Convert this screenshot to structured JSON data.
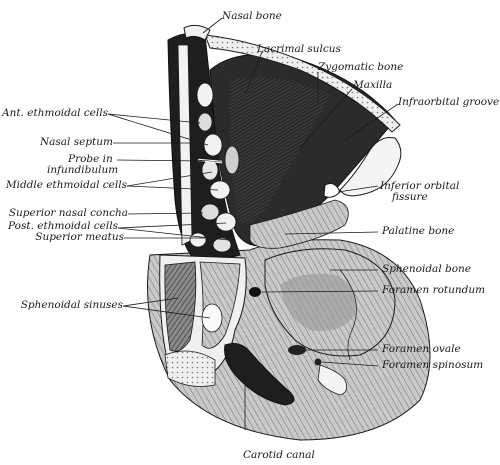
{
  "labels": {
    "nasal_bone": "Nasal bone",
    "lacrimal_sulcus": "Lacrimal sulcus",
    "zygomatic_bone": "Zygomatic bone",
    "maxilla": "Maxilla",
    "infraorbital_groove": "Infraorbital groove",
    "ant_ethmoidal_cells": "Ant. ethmoidal cells",
    "nasal_septum": "Nasal septum",
    "probe_line1": "Probe in",
    "probe_line2": "infundibulum",
    "middle_ethmoidal_cells": "Middle ethmoidal cells",
    "inferior_orbital_line1": "Inferior orbital",
    "inferior_orbital_line2": "fissure",
    "superior_nasal_concha": "Superior nasal concha",
    "post_ethmoidal_cells": "Post. ethmoidal cells",
    "superior_meatus": "Superior meatus",
    "palatine_bone": "Palatine bone",
    "sphenoidal_bone": "Sphenoidal bone",
    "foramen_rotundum": "Foramen rotundum",
    "sphenoidal_sinuses": "Sphenoidal sinuses",
    "foramen_ovale": "Foramen ovale",
    "foramen_spinosum": "Foramen spinosum",
    "carotid_canal": "Carotid canal"
  },
  "colors": {
    "ink": "#1a1a1a",
    "shade_dark": "#2b2b2b",
    "shade_mid": "#6d6d6d",
    "shade_light": "#b9b9b9",
    "bone_cut": "#f2f2f2"
  }
}
